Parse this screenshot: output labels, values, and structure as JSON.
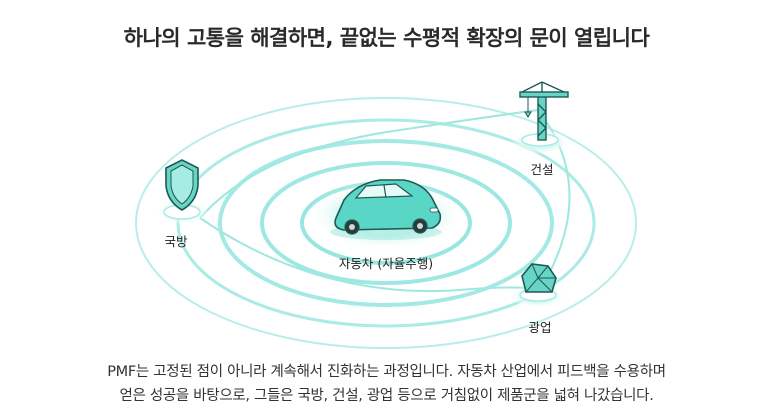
{
  "title": "하나의 고통을 해결하면, 끝없는 수평적 확장의 문이 열립니다",
  "nodes": {
    "center": "자동차 (자율주행)",
    "defense": "국방",
    "construction": "건설",
    "mining": "광업"
  },
  "caption": [
    "PMF는 고정된 점이 아니라 계속해서 진화하는 과정입니다. 자동차 산업에서 피드백을 수용하며",
    "얻은 성공을 바탕으로, 그들은 국방, 건설, 광업 등으로 거침없이 제품군을 넓혀 나갔습니다."
  ],
  "colors": {
    "ring": "#7ee0d8",
    "car": "#59d6c6",
    "glow": "#b9f3ec"
  }
}
